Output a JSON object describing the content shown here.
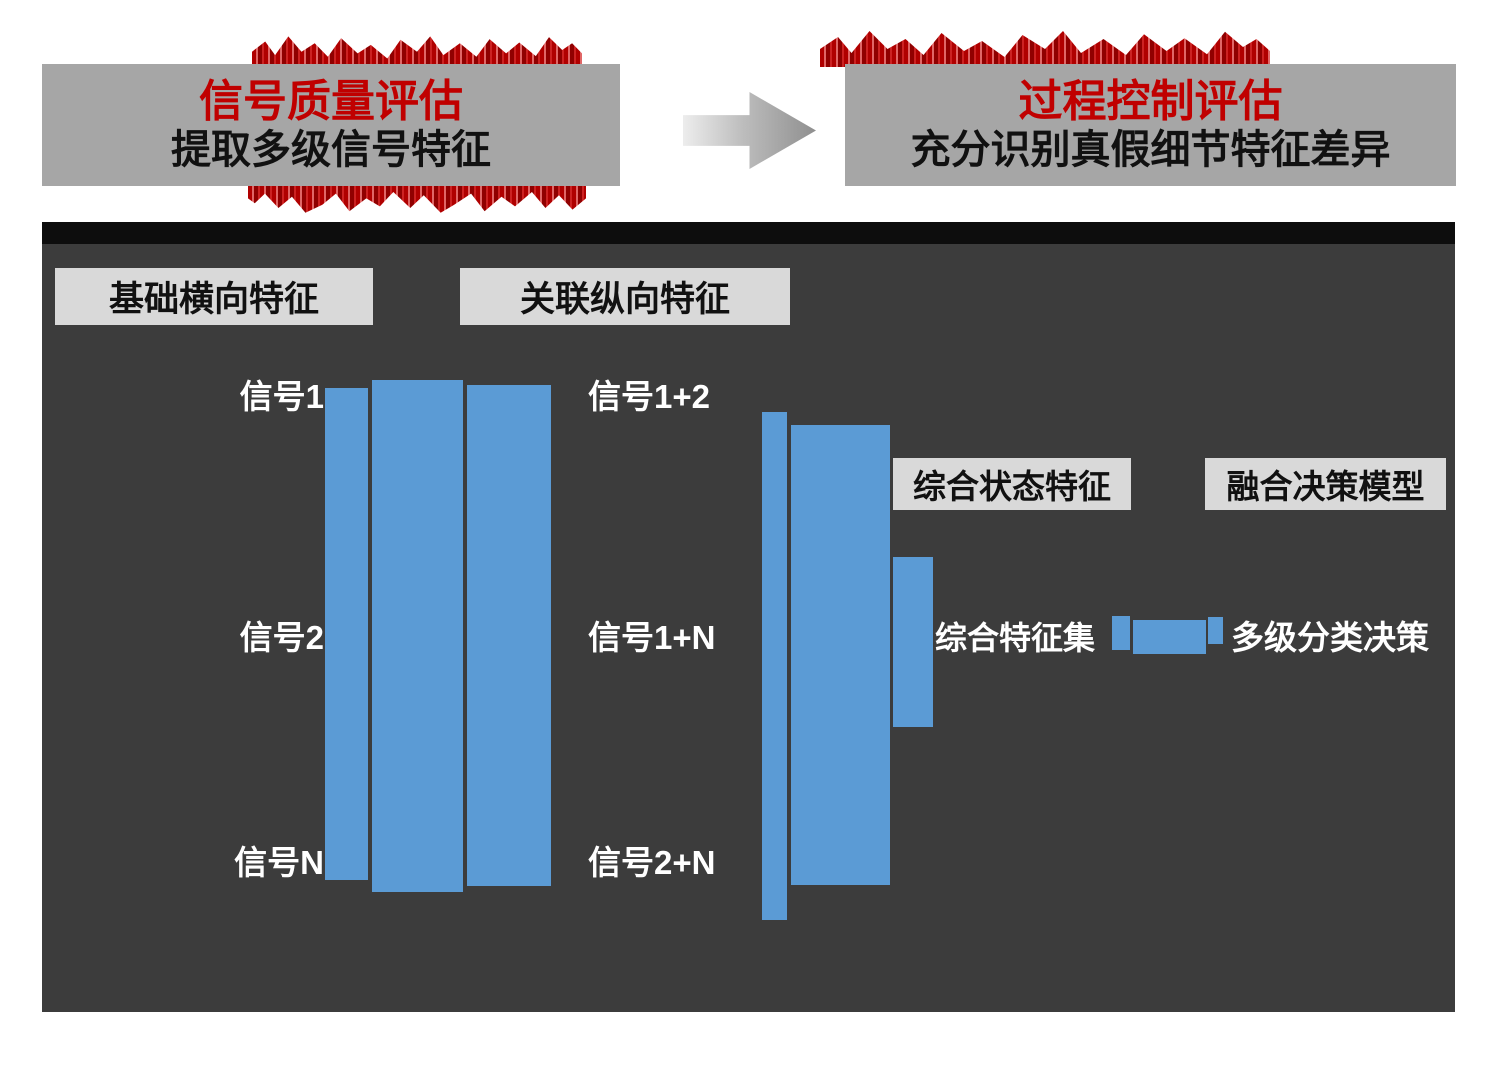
{
  "header": {
    "left_banner": {
      "title": "信号质量评估",
      "subtitle": "提取多级信号特征"
    },
    "right_banner": {
      "title": "过程控制评估",
      "subtitle": "充分识别真假细节特征差异"
    }
  },
  "diagram": {
    "label_base_horizontal": "基础横向特征",
    "label_related_vertical": "关联纵向特征",
    "label_composite_state": "综合状态特征",
    "label_fusion_model": "融合决策模型",
    "left_signals": [
      "信号1",
      "信号2",
      "信号N"
    ],
    "mid_signals": [
      "信号1+2",
      "信号1+N",
      "信号2+N"
    ],
    "composite_set": "综合特征集",
    "decision": "多级分类决策"
  },
  "colors": {
    "accent_red": "#C00000",
    "bar_blue": "#5B9BD5",
    "panel_bg": "#3C3C3C",
    "panel_top_bar": "#0D0D0D",
    "banner_bg": "#A6A6A6",
    "label_box_bg": "#D9D9D9",
    "text_on_dark": "#FFFFFF"
  }
}
